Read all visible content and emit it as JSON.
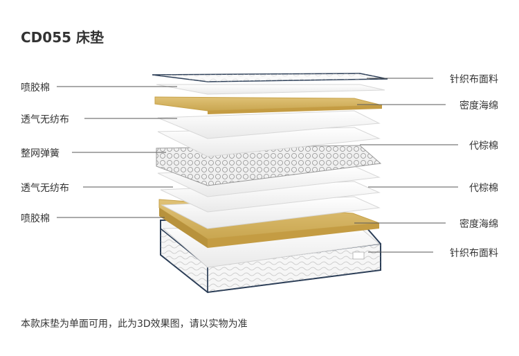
{
  "title": "CD055 床垫",
  "left_labels": [
    "喷胶棉",
    "透气无纺布",
    "整网弹簧",
    "透气无纺布",
    "喷胶棉"
  ],
  "right_labels": [
    "针织布面料",
    "密度海绵",
    "代棕棉",
    "代棕棉",
    "密度海绵",
    "针织布面料"
  ],
  "footer": "本款床垫为单面可用，此为3D效果图，请以实物为准",
  "colors": {
    "foam": "#d8b660",
    "foam_edge": "#c7a24a",
    "layer": "#f2f2f2",
    "layer_edge": "#dcdcdc",
    "navy_piping": "#2c3e57",
    "text": "#333333",
    "line": "#555555"
  }
}
